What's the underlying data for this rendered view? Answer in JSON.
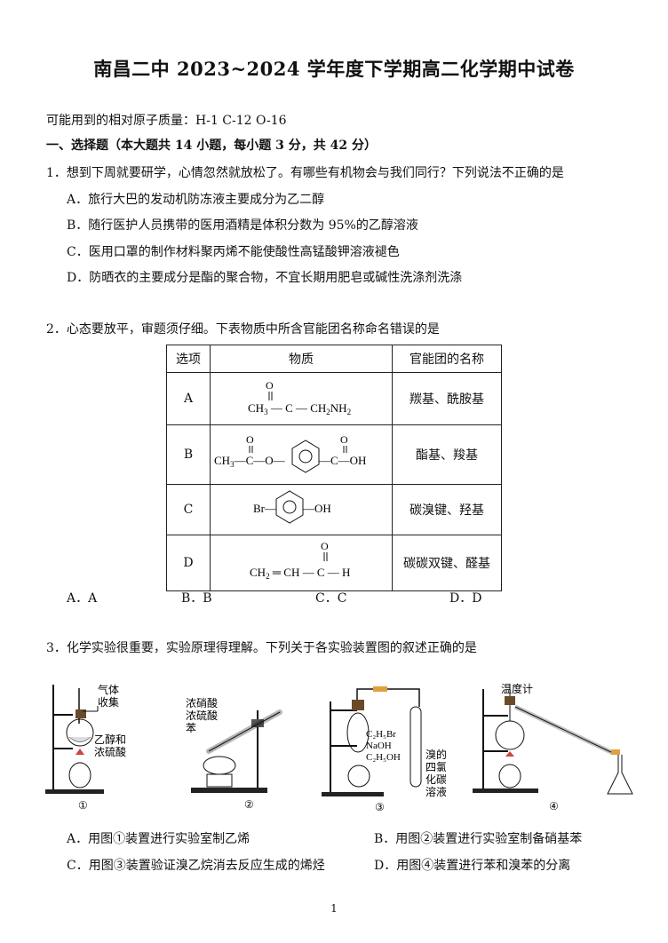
{
  "title": "南昌二中 2023~2024 学年度下学期高二化学期中试卷",
  "atomic_mass_line": "可能用到的相对原子质量：H-1   C-12   O-16",
  "section1": "一、选择题（本大题共 14 小题，每小题 3 分，共 42 分）",
  "q1": {
    "stem": "1．想到下周就要研学，心情忽然就放松了。有哪些有机物会与我们同行？下列说法不正确的是",
    "a": "A．旅行大巴的发动机防冻液主要成分为乙二醇",
    "b": "B．随行医护人员携带的医用酒精是体积分数为 95%的乙醇溶液",
    "c": "C．医用口罩的制作材料聚丙烯不能使酸性高锰酸钾溶液褪色",
    "d": "D．防晒衣的主要成分是酯的聚合物，不宜长期用肥皂或碱性洗涤剂洗涤"
  },
  "q2": {
    "stem": "2．心态要放平，审题须仔细。下表物质中所含官能团名称命名错误的是",
    "headers": [
      "选项",
      "物质",
      "官能团的名称"
    ],
    "rows": [
      {
        "option": "A",
        "groups": "羰基、酰胺基"
      },
      {
        "option": "B",
        "groups": "酯基、羧基"
      },
      {
        "option": "C",
        "groups": "碳溴键、羟基"
      },
      {
        "option": "D",
        "groups": "碳碳双键、醛基"
      }
    ],
    "answers": [
      "A．A",
      "B．B",
      "C．C",
      "D．D"
    ]
  },
  "q3": {
    "stem": "3．化学实验很重要，实验原理得理解。下列关于各实验装置图的叙述正确的是",
    "fig1": {
      "label_gas1": "气体",
      "label_gas2": "收集",
      "label_reag1": "乙醇和",
      "label_reag2": "浓硫酸",
      "num": "①"
    },
    "fig2": {
      "l1": "浓硝酸",
      "l2": "浓硫酸",
      "l3": "苯",
      "num": "②"
    },
    "fig3": {
      "r1": "C₂H₅Br",
      "r2": "NaOH",
      "r3": "C₂H₅OH",
      "s1": "溴的",
      "s2": "四氯",
      "s3": "化碳",
      "s4": "溶液",
      "num": "③"
    },
    "fig4": {
      "thermo": "温度计",
      "num": "④"
    },
    "a": "A．用图①装置进行实验室制乙烯",
    "b": "B．用图②装置进行实验室制备硝基苯",
    "c": "C．用图③装置验证溴乙烷消去反应生成的烯烃",
    "d": "D．用图④装置进行苯和溴苯的分离"
  },
  "page_number": "1"
}
